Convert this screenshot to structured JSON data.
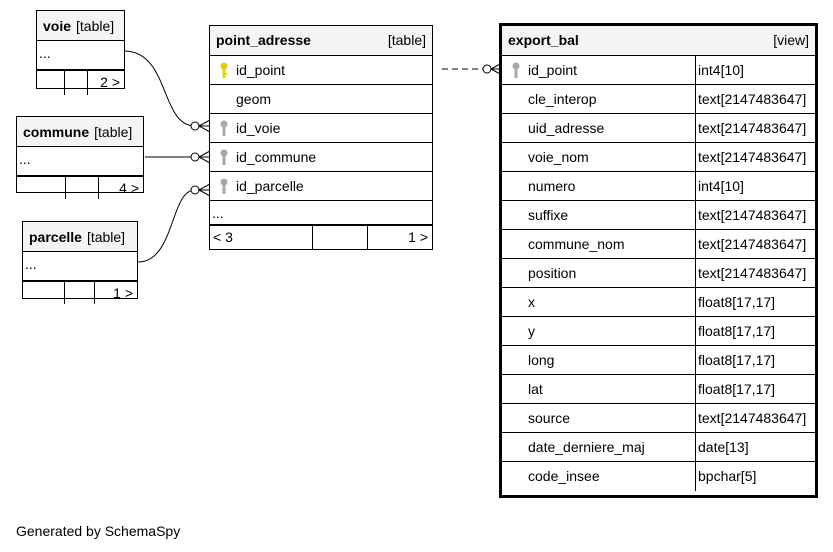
{
  "tables": {
    "voie": {
      "name": "voie",
      "kind": "[table]",
      "ellipsis": "...",
      "nav": [
        "",
        "",
        "2 >"
      ]
    },
    "commune": {
      "name": "commune",
      "kind": "[table]",
      "ellipsis": "...",
      "nav": [
        "",
        "",
        "4 >"
      ]
    },
    "parcelle": {
      "name": "parcelle",
      "kind": "[table]",
      "ellipsis": "...",
      "nav": [
        "",
        "",
        "1 >"
      ]
    },
    "point_adresse": {
      "name": "point_adresse",
      "kind": "[table]",
      "columns": [
        {
          "name": "id_point",
          "key": "primary"
        },
        {
          "name": "geom",
          "key": ""
        },
        {
          "name": "id_voie",
          "key": "foreign"
        },
        {
          "name": "id_commune",
          "key": "foreign"
        },
        {
          "name": "id_parcelle",
          "key": "foreign"
        }
      ],
      "ellipsis": "...",
      "nav": [
        "< 3",
        "",
        "1 >"
      ]
    },
    "export_bal": {
      "name": "export_bal",
      "kind": "[view]",
      "columns": [
        {
          "name": "id_point",
          "type": "int4[10]",
          "key": "foreign"
        },
        {
          "name": "cle_interop",
          "type": "text[2147483647]",
          "key": ""
        },
        {
          "name": "uid_adresse",
          "type": "text[2147483647]",
          "key": ""
        },
        {
          "name": "voie_nom",
          "type": "text[2147483647]",
          "key": ""
        },
        {
          "name": "numero",
          "type": "int4[10]",
          "key": ""
        },
        {
          "name": "suffixe",
          "type": "text[2147483647]",
          "key": ""
        },
        {
          "name": "commune_nom",
          "type": "text[2147483647]",
          "key": ""
        },
        {
          "name": "position",
          "type": "text[2147483647]",
          "key": ""
        },
        {
          "name": "x",
          "type": "float8[17,17]",
          "key": ""
        },
        {
          "name": "y",
          "type": "float8[17,17]",
          "key": ""
        },
        {
          "name": "long",
          "type": "float8[17,17]",
          "key": ""
        },
        {
          "name": "lat",
          "type": "float8[17,17]",
          "key": ""
        },
        {
          "name": "source",
          "type": "text[2147483647]",
          "key": ""
        },
        {
          "name": "date_derniere_maj",
          "type": "date[13]",
          "key": ""
        },
        {
          "name": "code_insee",
          "type": "bpchar[5]",
          "key": ""
        }
      ]
    }
  },
  "colors": {
    "primary_key": "#e6d000",
    "foreign_key": "#a8a8a8",
    "header_bg": "#f4f4f4"
  },
  "footer": "Generated by SchemaSpy"
}
